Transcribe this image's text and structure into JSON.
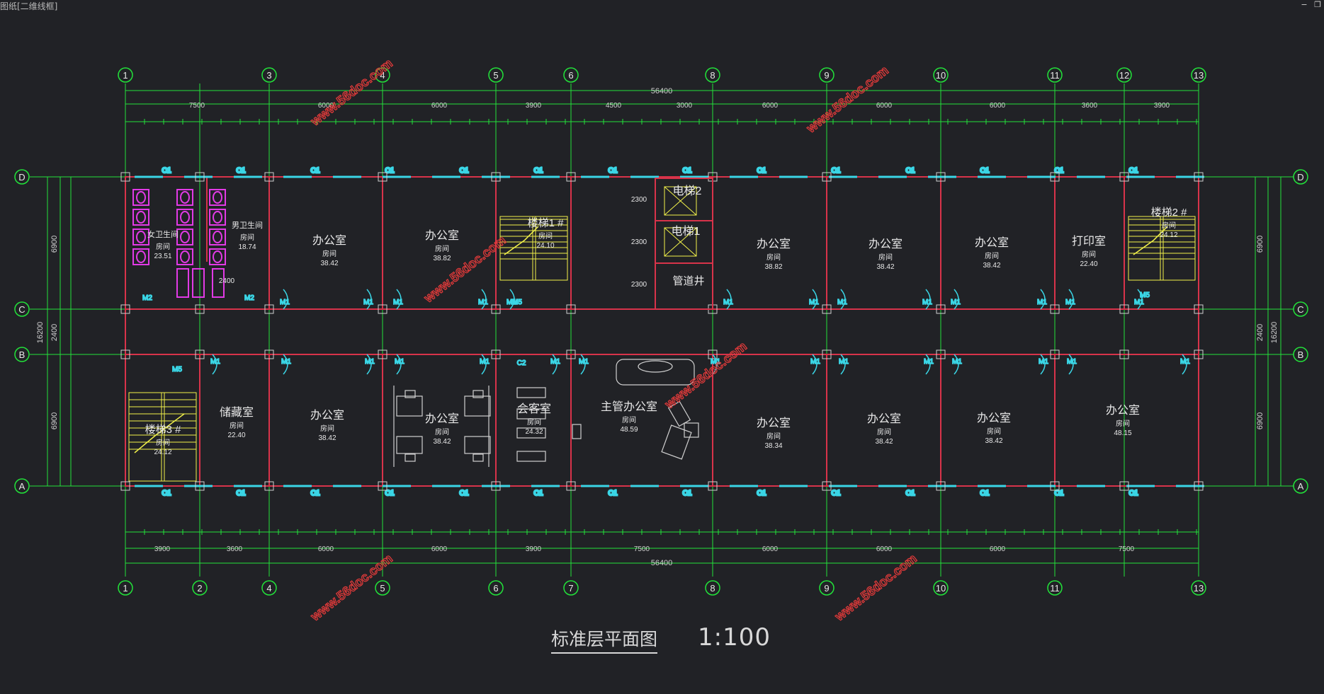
{
  "window": {
    "title": "图纸[二维线框]",
    "minimize": "−",
    "restore": "❐"
  },
  "colors": {
    "background": "#212226",
    "grid": "#22e33a",
    "wall": "#d8334a",
    "window": "#3ad6e6",
    "room_text": "#e8e8e8",
    "stair": "#f2f24a",
    "fixture": "#e23ae6",
    "watermark": "#e23a3a"
  },
  "axes": {
    "top": [
      "1",
      "3",
      "4",
      "5",
      "6",
      "8",
      "9",
      "10",
      "11",
      "12",
      "13"
    ],
    "bottom": [
      "1",
      "2",
      "4",
      "5",
      "6",
      "7",
      "8",
      "9",
      "10",
      "11",
      "13"
    ],
    "rows": [
      "D",
      "C",
      "B",
      "A"
    ]
  },
  "dims": {
    "total": "56400",
    "top_mid": [
      "7500",
      "6000",
      "6000",
      "3900",
      "4500",
      "3000",
      "6000",
      "6000",
      "6000",
      "3600",
      "3900"
    ],
    "bottom_mid": [
      "3900",
      "3600",
      "6000",
      "6000",
      "3900",
      "7500",
      "6000",
      "6000",
      "6000",
      "7500"
    ],
    "left": [
      "6900",
      "2400",
      "6900"
    ],
    "left_total": "16200",
    "right": [
      "6900",
      "2400",
      "6900"
    ],
    "right_total": "16200"
  },
  "rooms": {
    "female_wc": {
      "name": "女卫生间",
      "sub": "房间",
      "area": "23.51"
    },
    "male_wc": {
      "name": "男卫生间",
      "sub": "房间",
      "area": "18.74"
    },
    "off1": {
      "name": "办公室",
      "sub": "房间",
      "area": "38.42"
    },
    "off2": {
      "name": "办公室",
      "sub": "房间",
      "area": "38.82"
    },
    "stair1": {
      "name": "楼梯1 #",
      "sub": "房间",
      "area": "24.10"
    },
    "elev2": {
      "name": "电梯2"
    },
    "elev1": {
      "name": "电梯1"
    },
    "shaft": {
      "name": "管道井"
    },
    "off3": {
      "name": "办公室",
      "sub": "房间",
      "area": "38.82"
    },
    "off4": {
      "name": "办公室",
      "sub": "房间",
      "area": "38.42"
    },
    "off5": {
      "name": "办公室",
      "sub": "房间",
      "area": "38.42"
    },
    "print": {
      "name": "打印室",
      "sub": "房间",
      "area": "22.40"
    },
    "stair2": {
      "name": "楼梯2 #",
      "sub": "房间",
      "area": "24.12"
    },
    "stair3": {
      "name": "楼梯3 #",
      "sub": "房间",
      "area": "24.12"
    },
    "storage": {
      "name": "储藏室",
      "sub": "房间",
      "area": "22.40"
    },
    "off6": {
      "name": "办公室",
      "sub": "房间",
      "area": "38.42"
    },
    "off7": {
      "name": "办公室",
      "sub": "房间",
      "area": "38.42"
    },
    "meeting": {
      "name": "会客室",
      "sub": "房间",
      "area": "24.32"
    },
    "director": {
      "name": "主管办公室",
      "sub": "房间",
      "area": "48.59"
    },
    "off8": {
      "name": "办公室",
      "sub": "房间",
      "area": "38.34"
    },
    "off9": {
      "name": "办公室",
      "sub": "房间",
      "area": "38.42"
    },
    "off10": {
      "name": "办公室",
      "sub": "房间",
      "area": "38.42"
    },
    "off11": {
      "name": "办公室",
      "sub": "房间",
      "area": "48.15"
    }
  },
  "labels": {
    "window": "C1",
    "door": "M1",
    "door2": "M2",
    "door5": "M5",
    "window2": "C2",
    "height_2400": "2400",
    "elev_dim": "2300"
  },
  "watermark": "www.56doc.com",
  "drawing": {
    "title": "标准层平面图",
    "scale": "1:100"
  }
}
